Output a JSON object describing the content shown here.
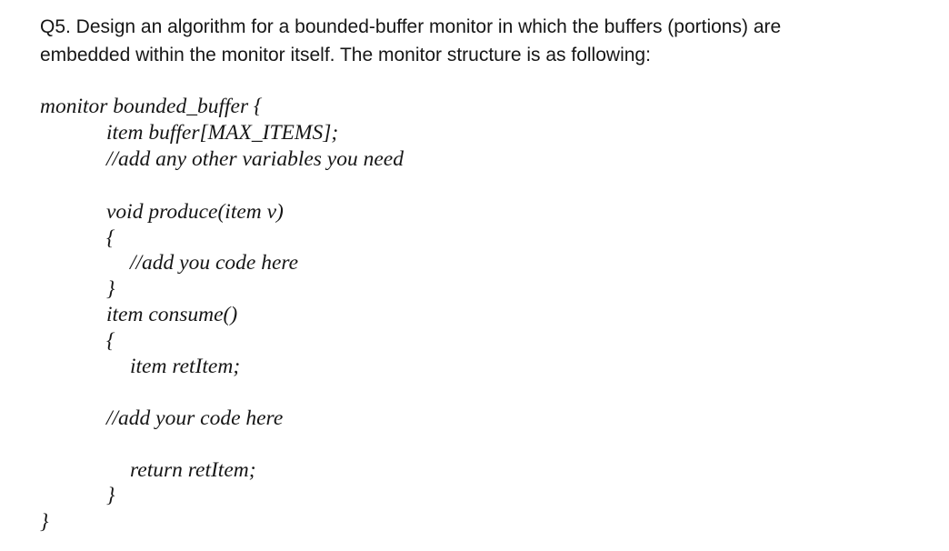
{
  "question": {
    "line1": "Q5. Design an algorithm for a bounded-buffer monitor in which the buffers (portions) are",
    "line2": "embedded within the monitor itself. The monitor structure is as following:"
  },
  "code": {
    "monitor_open": "monitor bounded_buffer {",
    "buffer_decl": "item buffer[MAX_ITEMS];",
    "vars_comment": "//add any other variables you need",
    "produce_sig": "void produce(item v)",
    "produce_open": "{",
    "produce_comment": "//add you code here",
    "produce_close": "}",
    "consume_sig": "item consume()",
    "consume_open": "{",
    "retitem_decl": "item retItem;",
    "consume_comment": "//add your code here",
    "return_stmt": "return retItem;",
    "consume_close": "}",
    "monitor_close": "}"
  }
}
